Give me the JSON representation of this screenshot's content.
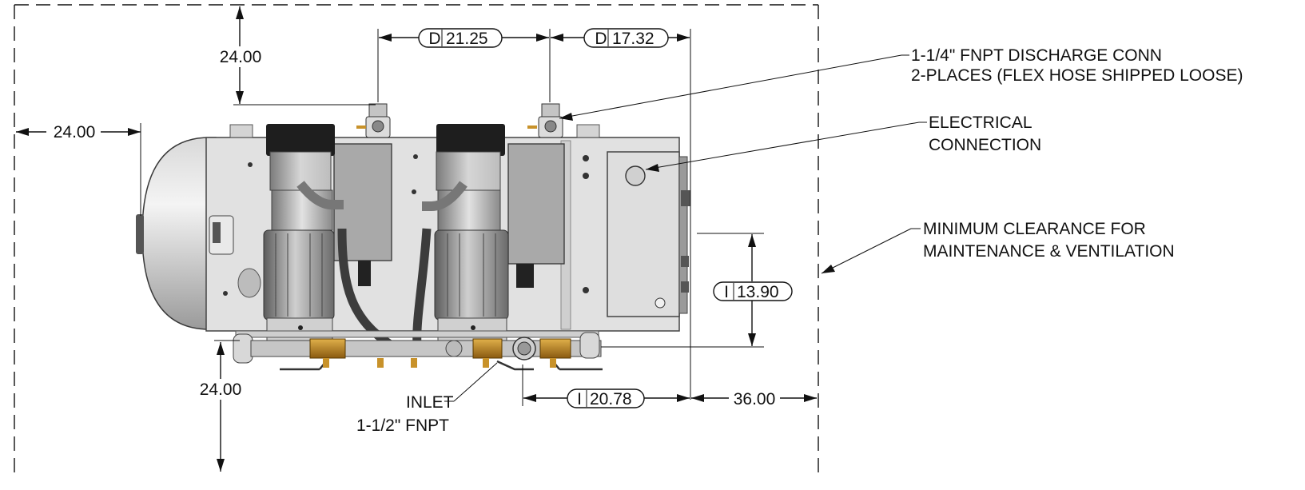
{
  "dimensions": {
    "top_clearance": "24.00",
    "left_clearance": "24.00",
    "bottom_clearance": "24.00",
    "right_clearance": "36.00",
    "spacing_1_prefix": "D",
    "spacing_1_value": "21.25",
    "spacing_2_prefix": "D",
    "spacing_2_value": "17.32",
    "height_prefix": "I",
    "height_value": "13.90",
    "inlet_offset_prefix": "I",
    "inlet_offset_value": "20.78"
  },
  "callouts": {
    "discharge_line1": "1-1/4\" FNPT DISCHARGE CONN",
    "discharge_line2": "2-PLACES (FLEX HOSE SHIPPED LOOSE)",
    "electrical_line1": "ELECTRICAL",
    "electrical_line2": "CONNECTION",
    "clearance_line1": "MINIMUM CLEARANCE FOR",
    "clearance_line2": "MAINTENANCE & VENTILATION",
    "inlet_line1": "INLET",
    "inlet_line2": "1-1/2\" FNPT"
  }
}
